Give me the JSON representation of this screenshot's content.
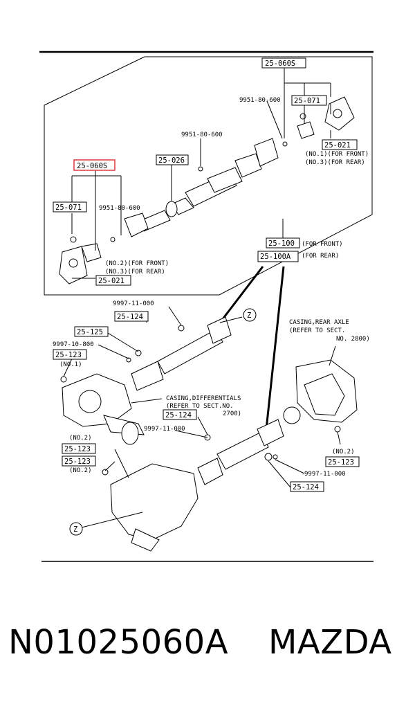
{
  "labels": {
    "p_060s_top": "25-060S",
    "p_060s_hl": "25-060S",
    "p_071_top": "25-071",
    "p_071_left": "25-071",
    "p_021_top": "25-021",
    "p_021_left": "25-021",
    "p_026": "25-026",
    "p_100": "25-100",
    "p_100a": "25-100A",
    "p_124_a": "25-124",
    "p_124_b": "25-124",
    "p_124_c": "25-124",
    "p_125": "25-125",
    "p_123_a": "25-123",
    "p_123_b": "25-123",
    "p_123_c": "25-123",
    "p_123_d": "25-123",
    "n_9951_a": "9951-80-600",
    "n_9951_b": "9951-80-600",
    "n_9951_c": "9951-80-600",
    "n_9997_a": "9997-11-000",
    "n_9997_b": "9997-10-800",
    "n_9997_c": "9997-11-000",
    "n_9997_d": "9997-11-000",
    "no1_front": "(NO.1)(FOR FRONT)",
    "no3_rear": "(NO.3)(FOR REAR)",
    "no2_front": "(NO.2)(FOR FRONT)",
    "no3_rear_b": "(NO.3)(FOR REAR)",
    "for_front": "(FOR FRONT)",
    "for_rear": "(FOR REAR)",
    "no1": "(NO.1)",
    "no2_a": "(NO.2)",
    "no2_b": "(NO.2)",
    "no2_c": "(NO.2)",
    "z_top": "Z",
    "z_bottom": "Z",
    "casing_rear_1": "CASING,REAR AXLE",
    "casing_rear_2": "(REFER TO SECT.",
    "casing_rear_3": "NO. 2800)",
    "casing_diff_1": "CASING,DIFFERENTIALS",
    "casing_diff_2": "(REFER TO SECT.NO.",
    "casing_diff_3": "2700)"
  },
  "footer": {
    "part_number": "N01025060A",
    "brand": "MAZDA"
  },
  "colors": {
    "highlight": "#e0393e"
  }
}
